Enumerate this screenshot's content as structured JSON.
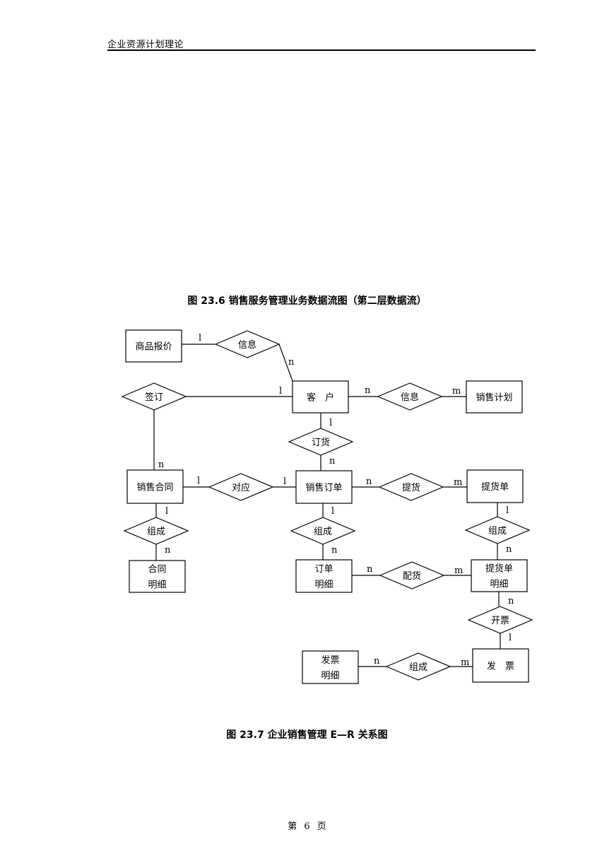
{
  "header": {
    "title": "企业资源计划理论"
  },
  "caption_top": "图 23.6 销售服务管理业务数据流图（第二层数据流）",
  "caption_bottom": "图 23.7 企业销售管理 E—R 关系图",
  "footer": {
    "page_label": "第 6 页"
  },
  "diagram": {
    "entities": [
      {
        "id": "quote",
        "lines": [
          "商品报价"
        ]
      },
      {
        "id": "customer",
        "lines": [
          "客　户"
        ]
      },
      {
        "id": "sales_plan",
        "lines": [
          "销售计划"
        ]
      },
      {
        "id": "contract",
        "lines": [
          "销售合同"
        ]
      },
      {
        "id": "order",
        "lines": [
          "销售订单"
        ]
      },
      {
        "id": "pickup",
        "lines": [
          "提货单"
        ]
      },
      {
        "id": "contract_detail",
        "lines": [
          "合同",
          "明细"
        ]
      },
      {
        "id": "order_detail",
        "lines": [
          "订单",
          "明细"
        ]
      },
      {
        "id": "pickup_detail",
        "lines": [
          "提货单",
          "明细"
        ]
      },
      {
        "id": "invoice_detail",
        "lines": [
          "发票",
          "明细"
        ]
      },
      {
        "id": "invoice",
        "lines": [
          "发　票"
        ]
      }
    ],
    "relationships": [
      {
        "id": "info1",
        "label": "信息"
      },
      {
        "id": "sign",
        "label": "签订"
      },
      {
        "id": "info2",
        "label": "信息"
      },
      {
        "id": "ordering",
        "label": "订货"
      },
      {
        "id": "correspond",
        "label": "对应"
      },
      {
        "id": "pick",
        "label": "提货"
      },
      {
        "id": "compose1",
        "label": "组成"
      },
      {
        "id": "compose2",
        "label": "组成"
      },
      {
        "id": "compose3",
        "label": "组成"
      },
      {
        "id": "allocate",
        "label": "配货"
      },
      {
        "id": "billing",
        "label": "开票"
      },
      {
        "id": "compose4",
        "label": "组成"
      }
    ],
    "cardinalities": [
      {
        "id": "c1",
        "label": "l"
      },
      {
        "id": "c2",
        "label": "n"
      },
      {
        "id": "c3",
        "label": "l"
      },
      {
        "id": "c4",
        "label": "n"
      },
      {
        "id": "c5",
        "label": "m"
      },
      {
        "id": "c6",
        "label": "l"
      },
      {
        "id": "c7",
        "label": "n"
      },
      {
        "id": "c8",
        "label": "n"
      },
      {
        "id": "c9",
        "label": "l"
      },
      {
        "id": "c10",
        "label": "l"
      },
      {
        "id": "c11",
        "label": "n"
      },
      {
        "id": "c12",
        "label": "m"
      },
      {
        "id": "c13",
        "label": "l"
      },
      {
        "id": "c14",
        "label": "n"
      },
      {
        "id": "c15",
        "label": "l"
      },
      {
        "id": "c16",
        "label": "n"
      },
      {
        "id": "c17",
        "label": "l"
      },
      {
        "id": "c18",
        "label": "n"
      },
      {
        "id": "c19",
        "label": "n"
      },
      {
        "id": "c20",
        "label": "m"
      },
      {
        "id": "c21",
        "label": "n"
      },
      {
        "id": "c22",
        "label": "l"
      },
      {
        "id": "c23",
        "label": "n"
      },
      {
        "id": "c24",
        "label": "m"
      }
    ]
  }
}
